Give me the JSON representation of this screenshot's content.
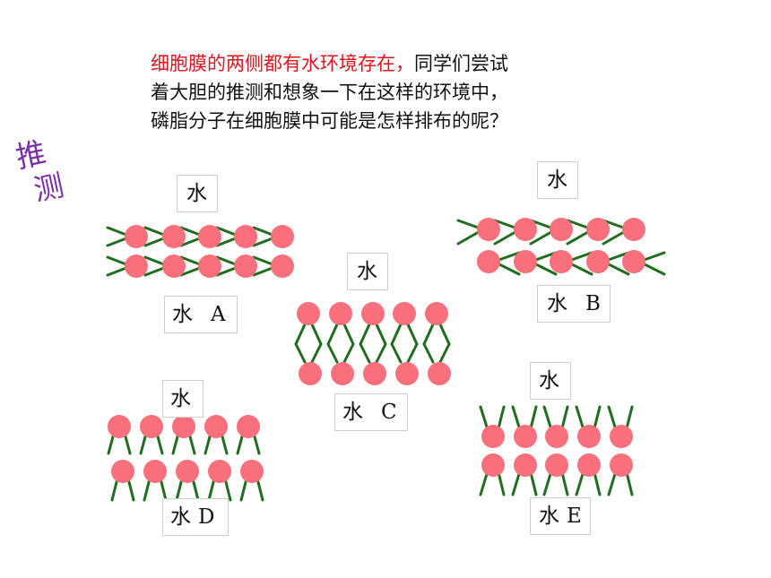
{
  "question": {
    "highlight": "细胞膜的两侧都有水环境存在，",
    "line1_rest": "同学们尝试",
    "line2": "着大胆的推测和想象一下在这样的环境中，",
    "line3": "磷脂分子在细胞膜中可能是怎样排布的呢？"
  },
  "side_label": {
    "char1": "推",
    "char2": "测"
  },
  "water_label": "水",
  "models": [
    {
      "letter": "A",
      "description": "double row of heads with tails pointing sideways"
    },
    {
      "letter": "B",
      "description": "double row of heads with tails pointing sideways outward"
    },
    {
      "letter": "C",
      "description": "heads on outside, tails facing inward"
    },
    {
      "letter": "D",
      "description": "two layers, heads up, tails down"
    },
    {
      "letter": "E",
      "description": "heads in middle, tails pointing outward"
    }
  ],
  "colors": {
    "head": "#f7707c",
    "tail": "#1f6e1f",
    "highlight_text": "#e0141e",
    "side_label": "#7a2ea8"
  }
}
